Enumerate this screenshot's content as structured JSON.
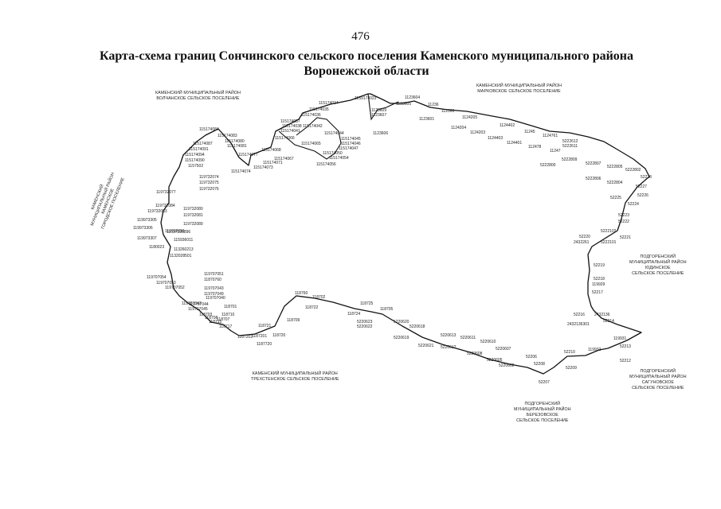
{
  "page_number": "476",
  "title_line1": "Карта-схема границ Сончинского сельского поселения Каменского муниципального района",
  "title_line2": "Воронежской области",
  "regions": {
    "volchanskoe": [
      "КАМЕНСКИЙ МУНИЦИПАЛЬНЫЙ РАЙОН",
      "ВОЛЧАНСКОЕ СЕЛЬСКОЕ ПОСЕЛЕНИЕ"
    ],
    "markovskoe": [
      "КАМЕНСКИЙ МУНИЦИПАЛЬНЫЙ РАЙОН",
      "МАРКОВСКОЕ СЕЛЬСКОЕ ПОСЕЛЕНИЕ"
    ],
    "kamenskoe": [
      "КАМЕНСКИЙ",
      "МУНИЦИПАЛЬНЫЙ РАЙОН",
      "КАМЕНСКОЕ",
      "ГОРОДСКОЕ ПОСЕЛЕНИЕ"
    ],
    "yudinskoe": [
      "ПОДГОРЕНСКИЙ",
      "МУНИЦИПАЛЬНЫЙ РАЙОН",
      "ЮДИНСКОЕ",
      "СЕЛЬСКОЕ ПОСЕЛЕНИЕ"
    ],
    "tresthinskoe": [
      "КАМЕНСКИЙ МУНИЦИПАЛЬНЫЙ РАЙОН",
      "ТРЕХСТЕНСКОЕ СЕЛЬСКОЕ ПОСЕЛЕНИЕ"
    ],
    "saguny": [
      "ПОДГОРЕНСКИЙ",
      "МУНИЦИПАЛЬНЫЙ РАЙОН",
      "САГУНОВСКОЕ",
      "СЕЛЬСКОЕ ПОСЕЛЕНИЕ"
    ],
    "berezovskoe": [
      "ПОДГОРЕНСКИЙ",
      "МУНИЦИПАЛЬНЫЙ РАЙОН",
      "БЕРЕЗОВСКОЕ",
      "СЕЛЬСКОЕ ПОСЕЛЕНИЕ"
    ]
  },
  "points": [
    "1159174023",
    "115174034",
    "115174035",
    "115174036",
    "115174037",
    "115174038",
    "115174041",
    "115174042",
    "115174044",
    "115174045",
    "115174046",
    "115174047",
    "115174050",
    "115174054",
    "115174056",
    "115174065",
    "115174066",
    "115174068",
    "115174067",
    "115174071",
    "115174073",
    "115174074",
    "115174077",
    "115174084",
    "115174083",
    "115174080",
    "115174081",
    "115174087",
    "115174091",
    "115174094",
    "115174090",
    "1157502",
    "119732074",
    "119732075",
    "119732076",
    "119732077",
    "119732084",
    "119732083",
    "119732080",
    "119732081",
    "119732089",
    "119732091",
    "119973305",
    "119973306",
    "119973307",
    "11597328896",
    "115936011",
    "113260213",
    "1180023",
    "1132028501",
    "1123604",
    "1123605",
    "1123609",
    "1123607",
    "1123606",
    "11236",
    "112360",
    "1123601",
    "1124205",
    "1124204",
    "1124203",
    "1124403",
    "1124402",
    "1124401",
    "11245",
    "112478",
    "1124761",
    "11247",
    "5222612",
    "5222611",
    "5222809",
    "5222807",
    "5222805",
    "5222802",
    "5222800",
    "5222806",
    "5222804",
    "52228",
    "52227",
    "52226",
    "52224",
    "52225",
    "52223",
    "52222",
    "52221",
    "5222102",
    "5222101",
    "52220",
    "2432261",
    "52219",
    "52218",
    "119929",
    "52217",
    "52216",
    "2432136",
    "2432136301",
    "52214",
    "119931",
    "52213",
    "52212",
    "119932",
    "52210",
    "52209",
    "52208",
    "52207",
    "52206",
    "5220602",
    "5220605",
    "5220607",
    "5220608",
    "5220610",
    "5220611",
    "5220612",
    "5220613",
    "5220618",
    "5220619",
    "5220620",
    "5220621",
    "5220622",
    "5220623",
    "118725",
    "118705",
    "118724",
    "118722",
    "118702",
    "118760",
    "1187720",
    "118709",
    "118721",
    "118720",
    "1187201",
    "1187202",
    "118717",
    "118715",
    "118708",
    "118707",
    "118710",
    "118701",
    "118703",
    "119707044",
    "119707045",
    "119707049",
    "119707051",
    "119707052",
    "119707053",
    "119707054",
    "119707047",
    "119707043",
    "119707040",
    "11870760"
  ]
}
